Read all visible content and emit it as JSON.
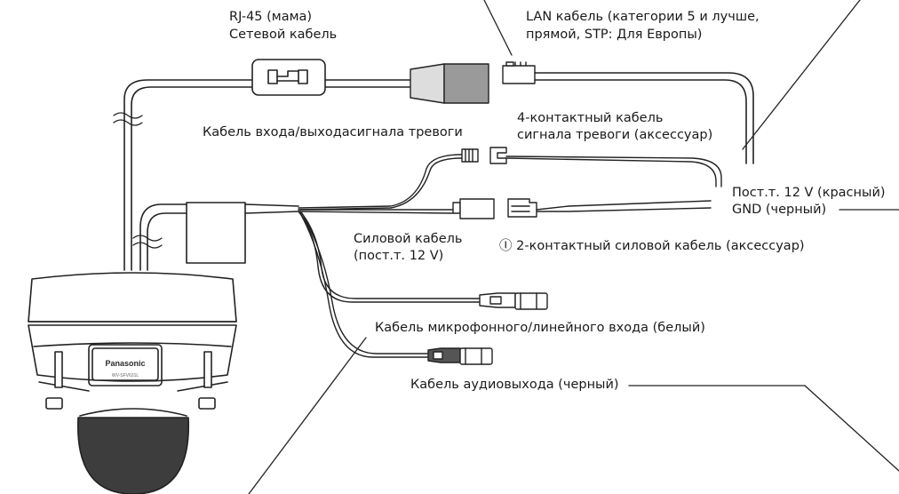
{
  "labels": {
    "rj45_line1": "RJ-45 (мама)",
    "rj45_line2": "Сетевой кабель",
    "lan_line1": "LAN кабель (категории 5 и лучше,",
    "lan_line2": "прямой, STP: Для Европы)",
    "alarm_io": "Кабель входа/выходасигнала тревоги",
    "alarm4_line1": "4-контактный кабель",
    "alarm4_line2": "сигнала тревоги (аксессуар)",
    "dc_red": "Пост.т. 12 V (красный)",
    "gnd_black": "GND (черный)",
    "power_line1": "Силовой кабель",
    "power_line2": "(пост.т. 12 V)",
    "power2_marker": "Ⓘ",
    "power2_text": "2-контактный силовой кабель (аксессуар)",
    "mic_line": "Кабель микрофонного/линейного входа (белый)",
    "audio_out": "Кабель аудиовыхода (черный)"
  },
  "camera": {
    "brand": "Panasonic",
    "model": "WV-SFV631L"
  }
}
